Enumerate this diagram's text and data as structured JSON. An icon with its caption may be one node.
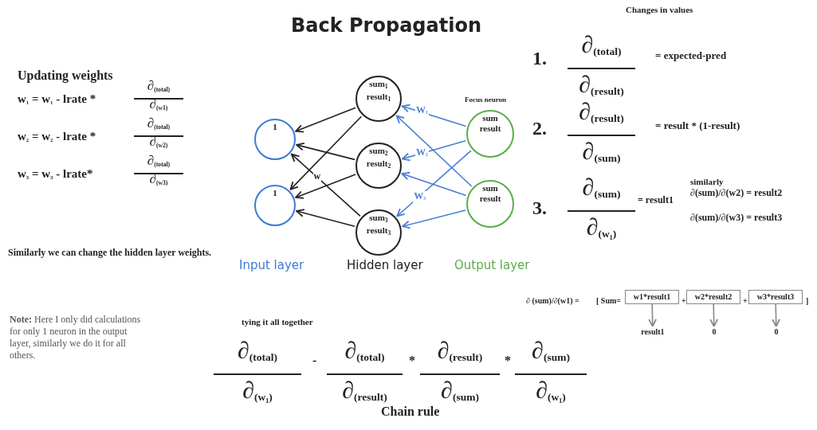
{
  "diagram": {
    "title": "Back Propagation",
    "nodes": [
      {
        "text": [
          "1"
        ]
      },
      {
        "text": [
          "1"
        ]
      },
      {
        "text": [
          "sum$_{1}$ result$_{1}$"
        ]
      },
      {
        "text": [
          "sum$_{2}$ result$_{2}$"
        ]
      },
      {
        "text": [
          "sum$_{3}$ result$_{3}$"
        ]
      },
      {
        "text": [
          "sum result"
        ],
        "beside": [
          "Focus neuron"
        ]
      },
      {
        "text": [
          "sum result"
        ]
      },
      {
        "text": [
          "w1*result1"
        ]
      },
      {
        "text": [
          "w2*result2"
        ]
      },
      {
        "text": [
          "w3*result3"
        ]
      },
      {
        "text": [
          "result1"
        ]
      },
      {
        "text": [
          "0"
        ]
      },
      {
        "text": [
          "0"
        ]
      }
    ],
    "edges": [
      {
        "from": 2,
        "to": 0,
        "arrow": "to"
      },
      {
        "from": 2,
        "to": 1,
        "arrow": "to"
      },
      {
        "from": 3,
        "to": 0,
        "arrow": "to"
      },
      {
        "from": 3,
        "to": 1,
        "arrow": "to"
      },
      {
        "from": 4,
        "to": 0,
        "arrow": "to",
        "label": "w"
      },
      {
        "from": 4,
        "to": 1,
        "arrow": "to"
      },
      {
        "from": 5,
        "to": 2,
        "arrow": "to",
        "label": "W$_{1}$",
        "color": "#4a7fd4"
      },
      {
        "from": 5,
        "to": 3,
        "arrow": "to",
        "label": "W$_{2}$",
        "color": "#4a7fd4"
      },
      {
        "from": 5,
        "to": 4,
        "arrow": "to",
        "label": "W$_{3}$",
        "color": "#4a7fd4"
      },
      {
        "from": 6,
        "to": 2,
        "arrow": "to",
        "color": "#4a7fd4"
      },
      {
        "from": 6,
        "to": 3,
        "arrow": "to",
        "color": "#4a7fd4"
      },
      {
        "from": 6,
        "to": 4,
        "arrow": "to",
        "color": "#4a7fd4"
      },
      {
        "from": 7,
        "to": 10,
        "arrow": "to",
        "color": "#888888"
      },
      {
        "from": 8,
        "to": 11,
        "arrow": "to",
        "color": "#888888"
      },
      {
        "from": 9,
        "to": 12,
        "arrow": "to",
        "color": "#888888"
      }
    ],
    "labels": [
      "Changes in values",
      "Updating weights",
      "w$_{1}$ = w$_{1}$ - lrate *",
      "∂$_{(total)}$",
      "∂$_{(w1)}$",
      "w$_{2}$ = w$_{2}$ - lrate *",
      "∂$_{(total)}$",
      "∂$_{(w2)}$",
      "w$_{3}$ = w$_{3}$ - lrate*",
      "∂$_{(total)}$",
      "∂$_{(w3)}$",
      "1.",
      "∂$_{(total)}$",
      "∂$_{(result)}$",
      "= expected-pred",
      "2.",
      "∂$_{(result)}$",
      "∂$_{(sum)}$",
      "= result * (1-result)",
      "Similarly we can change the hidden layer weights.",
      "Input layer",
      "Hidden layer",
      "Output layer",
      "3.",
      "∂$_{(sum)}$",
      "∂$_{(w₁)}$",
      "= result1",
      "similarly",
      "∂(sum)/∂(w2) = result2",
      "∂(sum)/∂(w3) = result3",
      "**Note:** Here I only did calculations for only 1 neuron in the output layer, similarly we do it for all others.",
      "∂ (sum)/∂(w1) =",
      "[ Sum=",
      "+",
      "+",
      "]",
      "tying it all together",
      "∂$_{(total)}$",
      "∂$_{(w₁)}$",
      "-",
      "∂$_{(total)}$",
      "∂$_{(result)}$",
      "*",
      "∂$_{(result)}$",
      "∂$_{(sum)}$",
      "*",
      "∂$_{(sum)}$",
      "∂$_{(w₁)}$",
      "Chain rule"
    ]
  }
}
